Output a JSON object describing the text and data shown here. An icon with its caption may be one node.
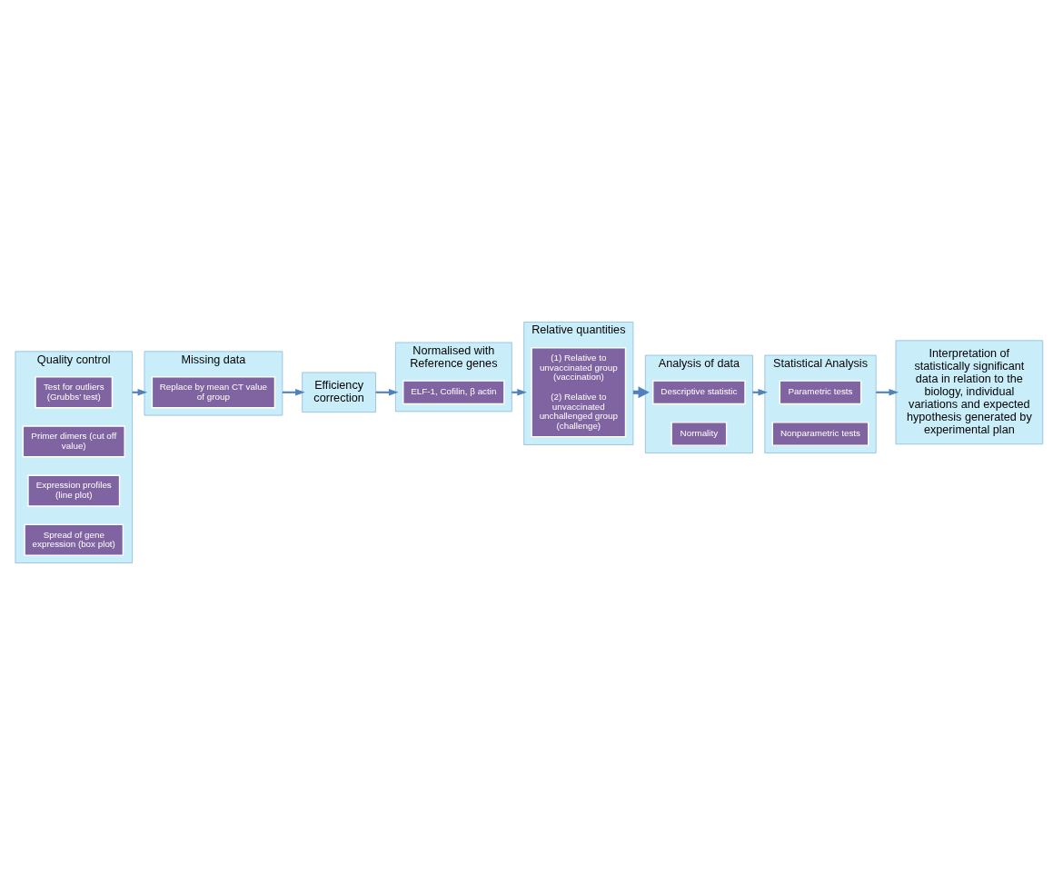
{
  "diagram": {
    "nodes": [
      {
        "text": [
          "Quality control"
        ]
      },
      {
        "text": [
          "Test for outliers (Grubbs’ test)"
        ],
        "in": 0
      },
      {
        "text": [
          "Primer dimers (cut off value)"
        ],
        "in": 0
      },
      {
        "text": [
          "Expression profiles (line plot)"
        ],
        "in": 0
      },
      {
        "text": [
          "Spread of gene expression (box plot)"
        ],
        "in": 0
      },
      {
        "text": [
          "Missing data"
        ]
      },
      {
        "text": [
          "Replace by mean CT value of group"
        ],
        "in": 5
      },
      {
        "text": [
          "Efficiency correction"
        ]
      },
      {
        "text": [
          "Normalised with Reference genes"
        ]
      },
      {
        "text": [
          "ELF-1, Cofilin, β actin"
        ],
        "in": 8
      },
      {
        "text": [
          "Relative quantities"
        ]
      },
      {
        "text": [
          "(1) Relative to unvaccinated group (vaccination)",
          "(2) Relative to unvaccinated unchallenged group (challenge)"
        ],
        "in": 10
      },
      {
        "text": [
          "Analysis of data"
        ]
      },
      {
        "text": [
          "Descriptive statistic"
        ],
        "in": 12
      },
      {
        "text": [
          "Normality"
        ],
        "in": 12
      },
      {
        "text": [
          "Statistical Analysis"
        ]
      },
      {
        "text": [
          "Parametric tests"
        ],
        "in": 15
      },
      {
        "text": [
          "Nonparametric tests"
        ],
        "in": 15
      },
      {
        "text": [
          "Interpretation of statistically significant data in relation to the biology, individual variations and expected hypothesis generated by experimental plan"
        ]
      }
    ],
    "edges": [
      {
        "from": 0,
        "to": 5,
        "arrow": "to"
      },
      {
        "from": 5,
        "to": 7,
        "arrow": "to"
      },
      {
        "from": 7,
        "to": 8,
        "arrow": "to"
      },
      {
        "from": 8,
        "to": 10,
        "arrow": "to"
      },
      {
        "from": 10,
        "to": 12,
        "arrow": "to",
        "style": "thick"
      },
      {
        "from": 12,
        "to": 15,
        "arrow": "to"
      },
      {
        "from": 15,
        "to": 18,
        "arrow": "to"
      }
    ]
  }
}
